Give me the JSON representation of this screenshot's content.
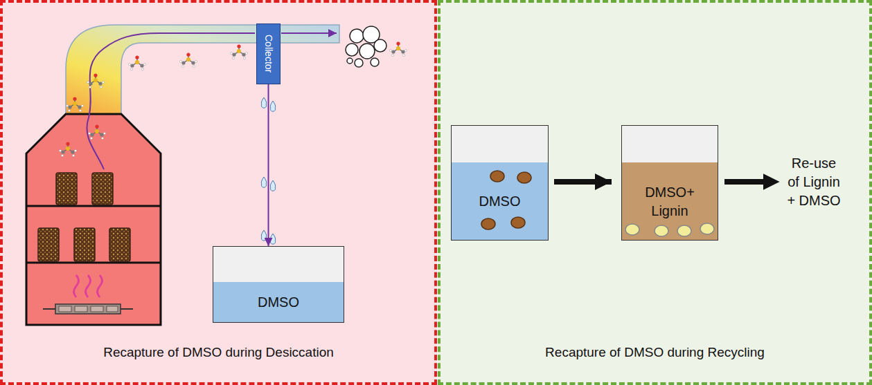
{
  "diagram": {
    "nodes": [
      {
        "text": [
          "Recapture of DMSO during Desiccation"
        ]
      },
      {
        "text": [
          "Collector"
        ],
        "in": 0
      },
      {
        "text": [
          "DMSO"
        ],
        "in": 0
      },
      {
        "text": [
          "Recapture of DMSO during Recycling"
        ]
      },
      {
        "text": [
          "DMSO"
        ],
        "in": 3
      },
      {
        "text": [
          "DMSO+ Lignin"
        ],
        "in": 3
      }
    ],
    "edges": [
      {
        "from": 1,
        "to": 2,
        "arrow": "to"
      },
      {
        "from": 4,
        "to": 5,
        "arrow": "to"
      }
    ],
    "labels": [
      "Re-use of Lignin + DMSO"
    ]
  }
}
